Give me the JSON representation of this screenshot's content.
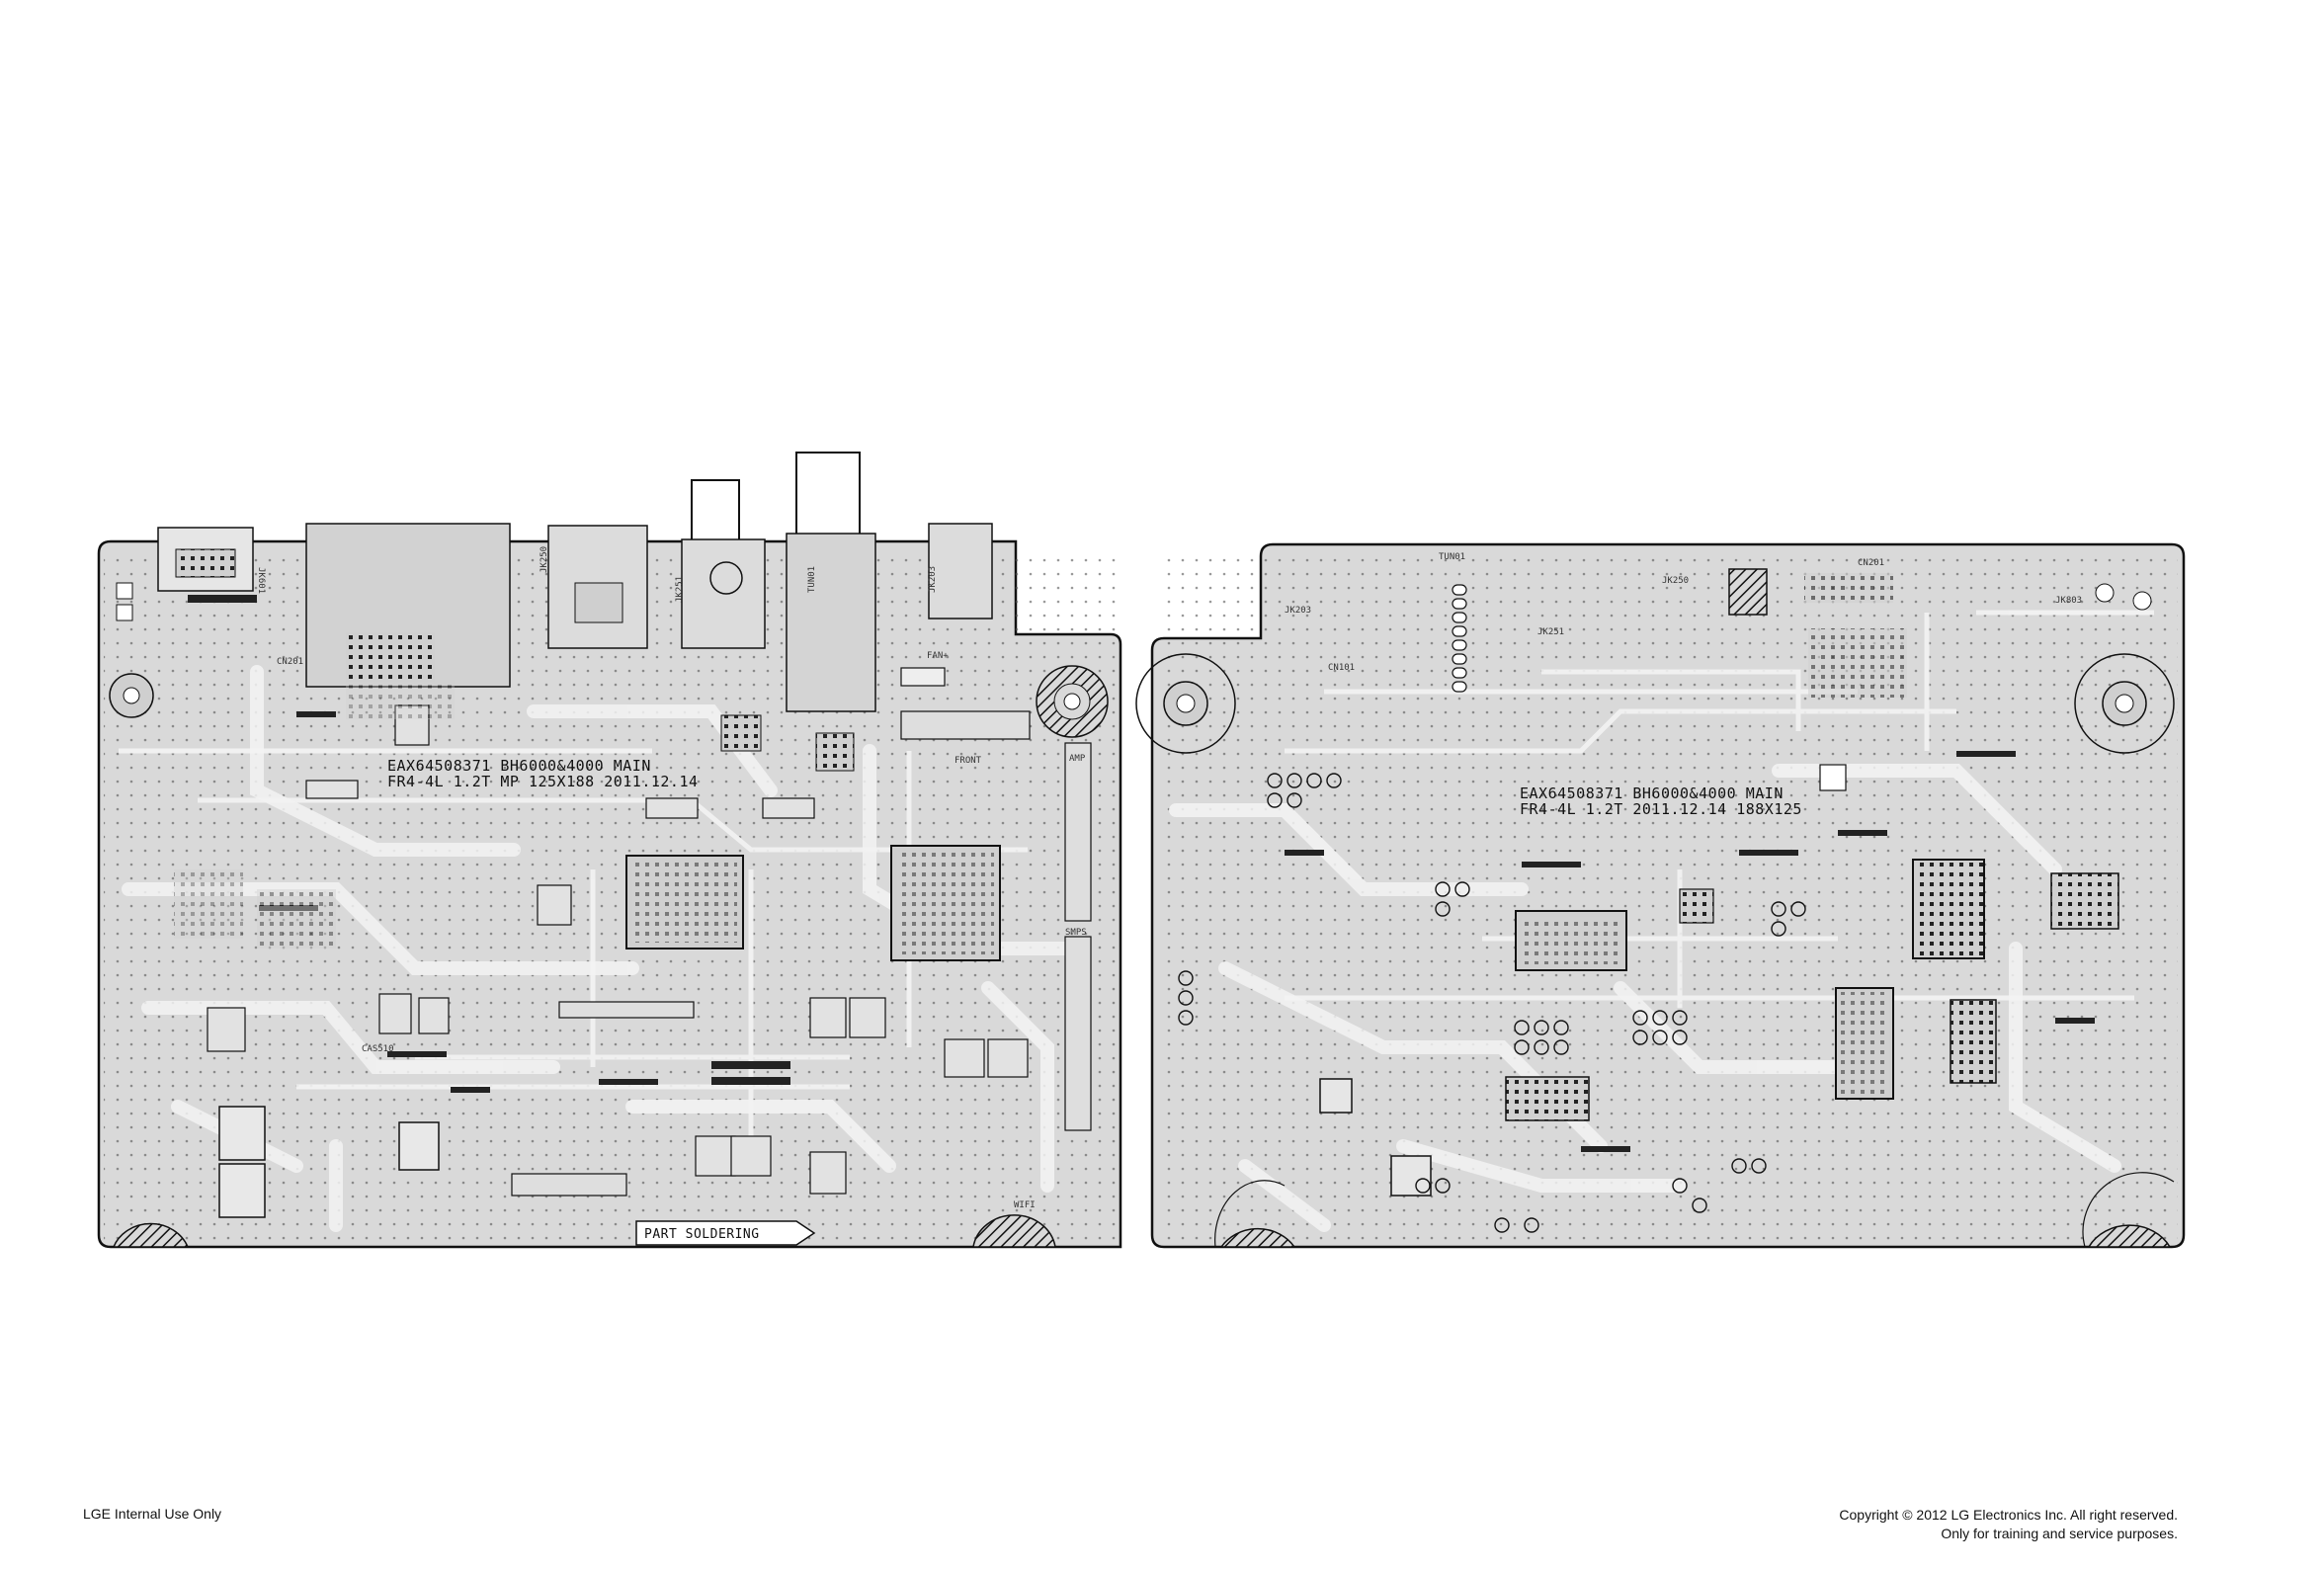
{
  "boards": [
    {
      "name": "main-board-top",
      "model_text": "EAX64508371 BH6000&4000 MAIN",
      "spec_text": "FR4-4L 1.2T MP 125X188 2011.12.14",
      "part_soldering_label": "PART SOLDERING",
      "labels": {
        "jk601": "JK601",
        "jk250": "JK250",
        "jk251": "JK251",
        "tun01": "TUN01",
        "jk203": "JK203",
        "cn201": "CN201",
        "fan": "FAN+",
        "front": "FRONT",
        "amp": "AMP",
        "smps": "SMPS",
        "wifi": "WIFI",
        "cas510": "CAS510"
      }
    },
    {
      "name": "main-board-bottom",
      "model_text": "EAX64508371 BH6000&4000 MAIN",
      "spec_text": "FR4-4L 1.2T 2011.12.14  188X125",
      "labels": {
        "tun01": "TUN01",
        "jk250": "JK250",
        "jk251": "JK251",
        "jk203": "JK203",
        "jk803": "JK803",
        "cn101": "CN101",
        "cn201": "CN201"
      }
    }
  ],
  "footer": {
    "left": "LGE Internal Use Only",
    "right_line1": "Copyright © 2012 LG Electronics Inc. All right reserved.",
    "right_line2": "Only for training and service purposes."
  },
  "colors": {
    "board_fill": "#d9d9d9",
    "outline": "#1a1a1a",
    "trace": "#f2f2f2",
    "page": "#ffffff"
  }
}
